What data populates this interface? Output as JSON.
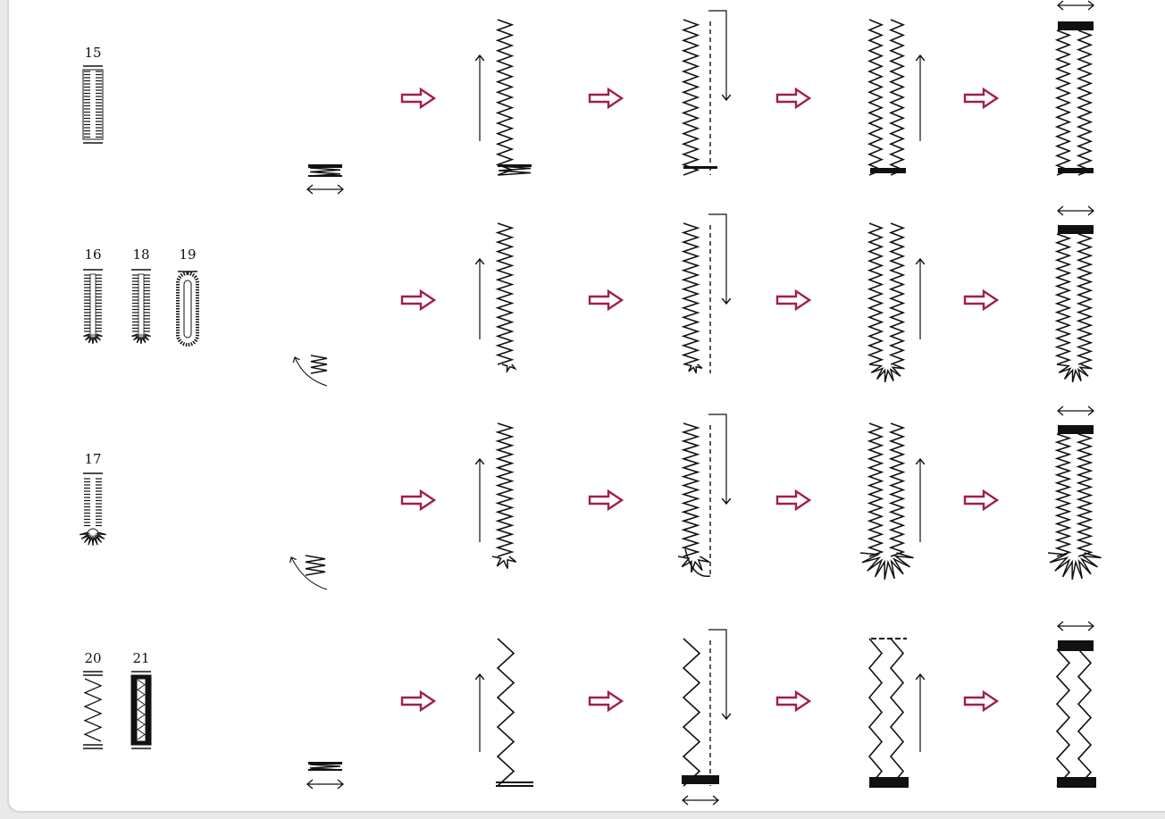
{
  "rows": [
    {
      "buttonhole_numbers": [
        "15"
      ]
    },
    {
      "buttonhole_numbers": [
        "16",
        "18",
        "19"
      ]
    },
    {
      "buttonhole_numbers": [
        "17"
      ]
    },
    {
      "buttonhole_numbers": [
        "20",
        "21"
      ]
    }
  ],
  "colors": {
    "arrow": "#a31f45",
    "stitch": "#111111",
    "background": "#ffffff"
  },
  "icons": [
    "buttonhole-icon",
    "bartack-width-icon",
    "curved-arrow-icon",
    "red-step-arrow-icon",
    "direction-arrow-icon"
  ]
}
